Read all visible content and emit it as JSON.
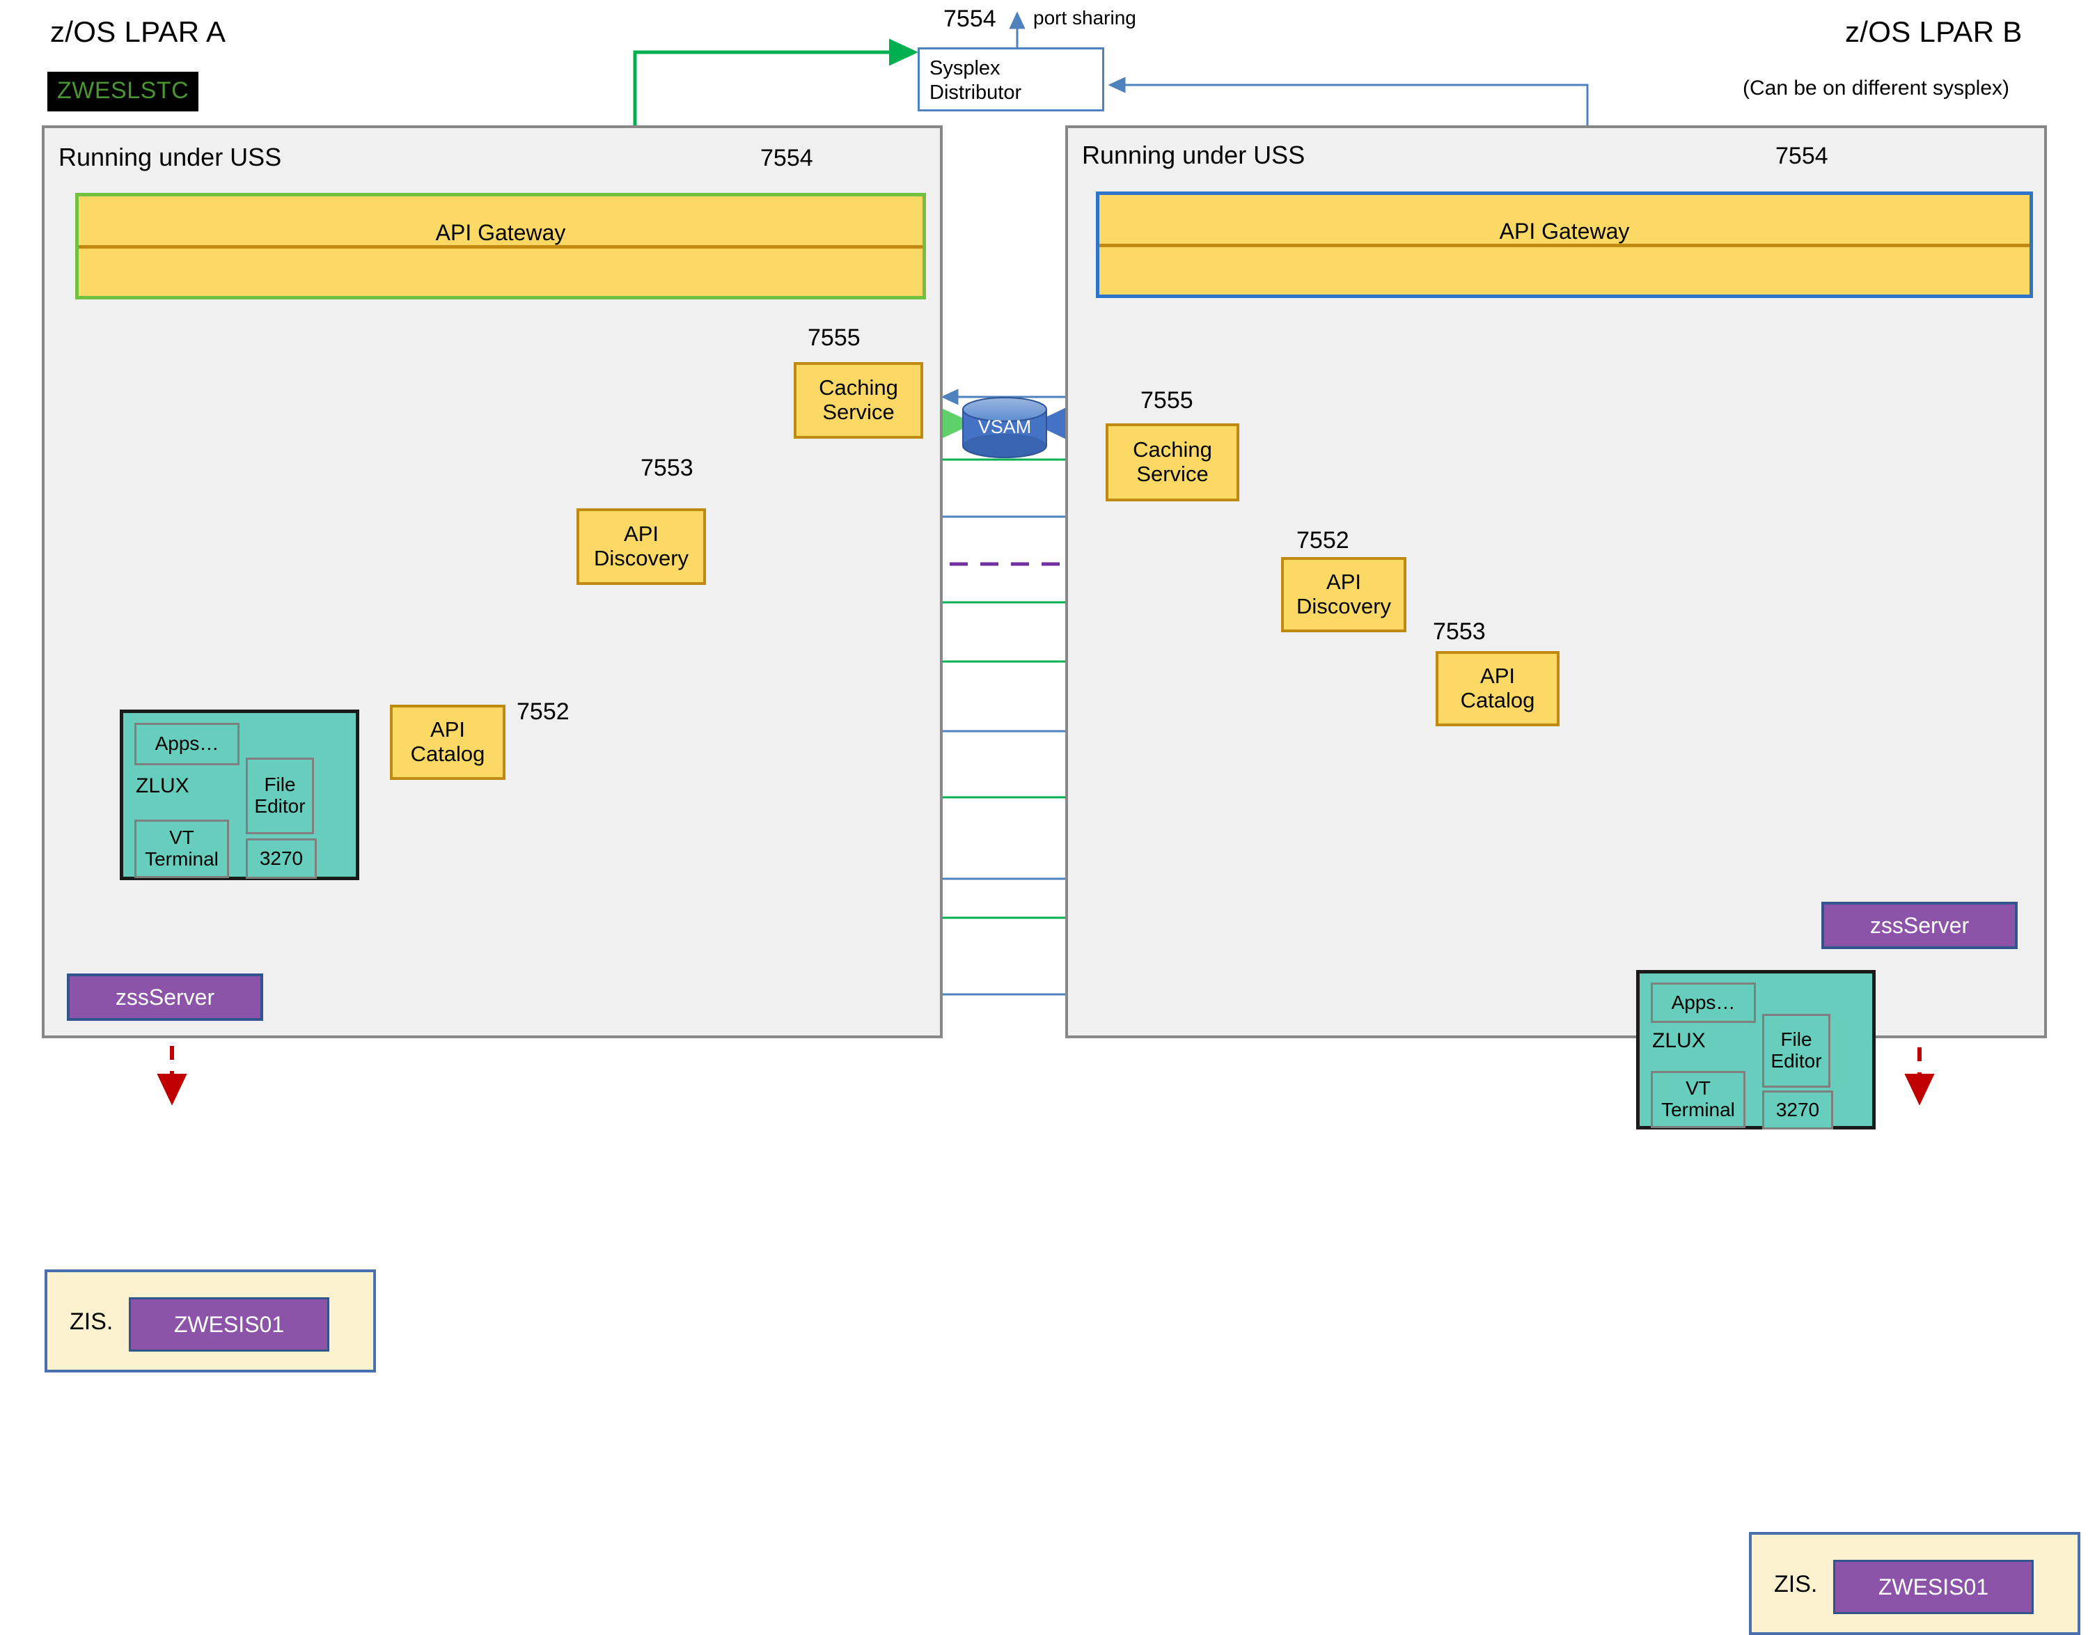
{
  "diagram": {
    "title_left": "z/OS LPAR A",
    "title_right": "z/OS LPAR B",
    "right_note": "(Can be on different sysplex)",
    "stc_badge": "ZWESLSTC",
    "port_sharing_label": "port sharing",
    "port_sharing_port": "7554",
    "sysplex_distributor": "Sysplex\nDistributor",
    "sysplex_distributor_line1": "Sysplex",
    "sysplex_distributor_line2": "Distributor",
    "vsam": "VSAM"
  },
  "colors": {
    "gateway_fill": "#fcd865",
    "gateway_border_left": "#72c040",
    "gateway_border_right": "#2e75c9",
    "service_border": "#c08a12",
    "zlux_fill": "#67cdbc",
    "zss_fill": "#8c54a8",
    "zis_fill": "#fdf2d0",
    "vsam_fill": "#4472c4",
    "flow_green": "#00b050",
    "flow_blue": "#4f81bd",
    "flow_purple": "#7030a0",
    "flow_red": "#c00000",
    "panel_fill": "#f0f0f0",
    "panel_border": "#878787",
    "stc_text": "#4a9431"
  },
  "lpar_a": {
    "panel_label": "Running under USS",
    "gateway": {
      "label": "API Gateway",
      "port": "7554"
    },
    "caching_service": {
      "label": "Caching\nService",
      "line1": "Caching",
      "line2": "Service",
      "port": "7555"
    },
    "api_discovery": {
      "label": "API\nDiscovery",
      "line1": "API",
      "line2": "Discovery",
      "port": "7553"
    },
    "api_catalog": {
      "label": "API\nCatalog",
      "line1": "API",
      "line2": "Catalog",
      "port": "7552"
    },
    "zlux": {
      "name": "ZLUX",
      "apps": "Apps…",
      "file_editor_line1": "File",
      "file_editor_line2": "Editor",
      "vt_line1": "VT",
      "vt_line2": "Terminal",
      "tn3270": "3270"
    },
    "zss_server": "zssServer",
    "zis": {
      "label": "ZIS.",
      "proc": "ZWESIS01"
    }
  },
  "lpar_b": {
    "panel_label": "Running under USS",
    "gateway": {
      "label": "API Gateway",
      "port": "7554"
    },
    "caching_service": {
      "label": "Caching\nService",
      "line1": "Caching",
      "line2": "Service",
      "port": "7555"
    },
    "api_discovery": {
      "label": "API\nDiscovery",
      "line1": "API",
      "line2": "Discovery",
      "port": "7552"
    },
    "api_catalog": {
      "label": "API\nCatalog",
      "line1": "API",
      "line2": "Catalog",
      "port": "7553"
    },
    "zlux": {
      "name": "ZLUX",
      "apps": "Apps…",
      "file_editor_line1": "File",
      "file_editor_line2": "Editor",
      "vt_line1": "VT",
      "vt_line2": "Terminal",
      "tn3270": "3270"
    },
    "zss_server": "zssServer",
    "zis": {
      "label": "ZIS.",
      "proc": "ZWESIS01"
    }
  }
}
